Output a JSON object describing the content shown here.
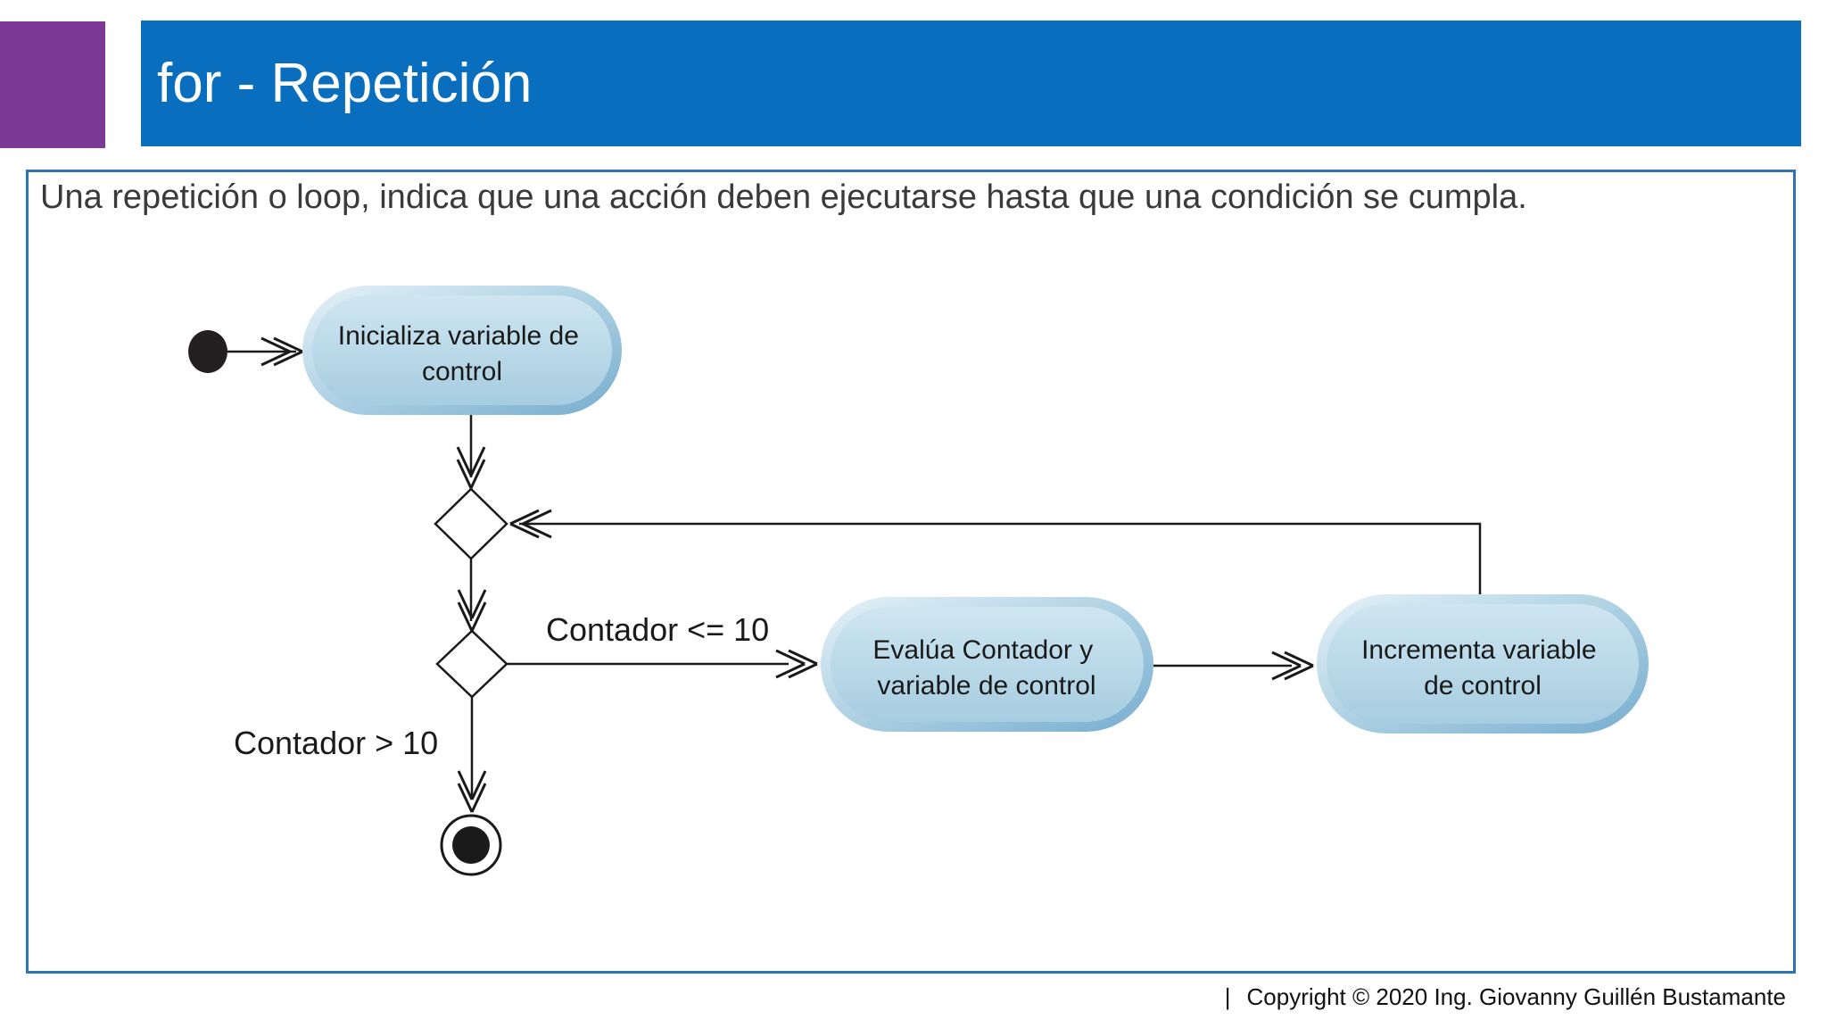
{
  "header": {
    "title": "for - Repetición"
  },
  "description": "Una repetición o loop, indica que una acción deben ejecutarse hasta que una condición se cumpla.",
  "diagram": {
    "type": "uml-activity-diagram",
    "nodes": {
      "start": {
        "kind": "initial-node"
      },
      "init": {
        "line1": "Inicializa variable de",
        "line2": "control"
      },
      "merge": {
        "kind": "decision-merge"
      },
      "decision": {
        "kind": "decision"
      },
      "eval": {
        "line1": "Evalúa Contador y",
        "line2": "variable de control"
      },
      "incr": {
        "line1": "Incrementa variable",
        "line2": "de control"
      },
      "end": {
        "kind": "final-node"
      }
    },
    "edge_labels": {
      "loop_condition": "Contador <= 10",
      "exit_condition": "Contador > 10"
    }
  },
  "footer": {
    "separator": "|",
    "copyright": "Copyright © 2020 Ing. Giovanny Guillén Bustamante"
  },
  "colors": {
    "header_blue": "#0a6ebe",
    "accent_purple": "#7c3a96",
    "frame_border_blue": "#2e74b5",
    "node_outer_light": "#e6f2f8",
    "node_outer_dark": "#76adcf",
    "node_inner_top": "#cfe6f1",
    "node_inner_bottom": "#a6cde0",
    "line_black": "#1a1a1a"
  }
}
